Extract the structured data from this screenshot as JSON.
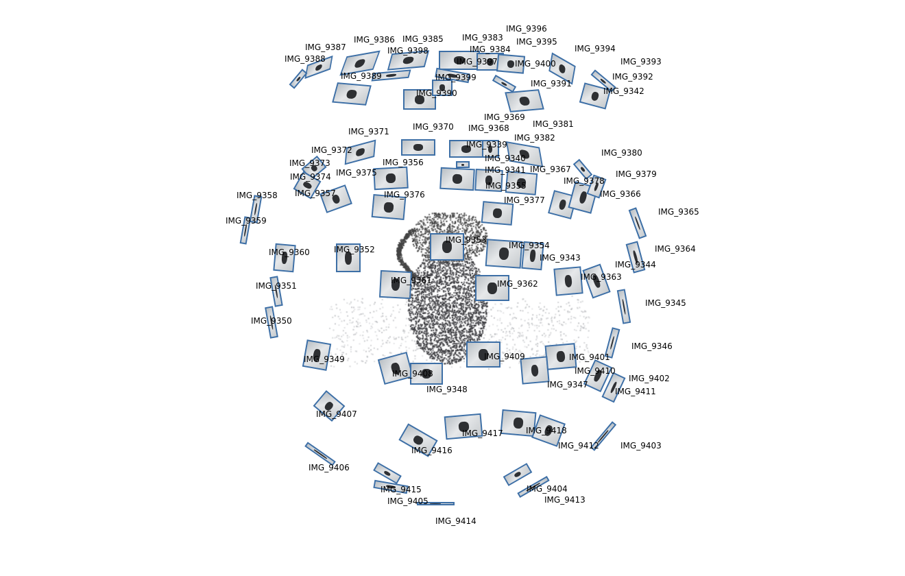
{
  "scene": {
    "labels": [
      "IMG_9386",
      "IMG_9385",
      "IMG_9383",
      "IMG_9384",
      "IMG_9396",
      "IMG_9395",
      "IMG_9387",
      "IMG_9398",
      "IMG_9397",
      "IMG_9394",
      "IMG_9388",
      "IMG_9393",
      "IMG_9400",
      "IMG_9399",
      "IMG_9389",
      "IMG_9392",
      "IMG_9342",
      "IMG_9390",
      "IMG_9391",
      "IMG_9371",
      "IMG_9370",
      "IMG_9368",
      "IMG_9369",
      "IMG_9382",
      "IMG_9381",
      "IMG_9372",
      "IMG_9373",
      "IMG_9380",
      "IMG_9340",
      "IMG_9341",
      "IMG_9356",
      "IMG_9339",
      "IMG_9355",
      "IMG_9374",
      "IMG_9367",
      "IMG_9357",
      "IMG_9379",
      "IMG_9375",
      "IMG_9366",
      "IMG_9378",
      "IMG_9376",
      "IMG_9358",
      "IMG_9377",
      "IMG_9365",
      "IMG_9359",
      "IMG_9353",
      "IMG_9354",
      "IMG_9343",
      "IMG_9364",
      "IMG_9360",
      "IMG_9352",
      "IMG_9363",
      "IMG_9344",
      "IMG_9361",
      "IMG_9362",
      "IMG_9351",
      "IMG_9345",
      "IMG_9350",
      "IMG_9346",
      "IMG_9409",
      "IMG_9401",
      "IMG_9410",
      "IMG_9349",
      "IMG_9408",
      "IMG_9347",
      "IMG_9348",
      "IMG_9411",
      "IMG_9402",
      "IMG_9407",
      "IMG_9417",
      "IMG_9418",
      "IMG_9412",
      "IMG_9403",
      "IMG_9416",
      "IMG_9406",
      "IMG_9404",
      "IMG_9415",
      "IMG_9413",
      "IMG_9405",
      "IMG_9414"
    ],
    "frame_color": "#3d6fa6",
    "point_color": "#3a3a3c"
  }
}
